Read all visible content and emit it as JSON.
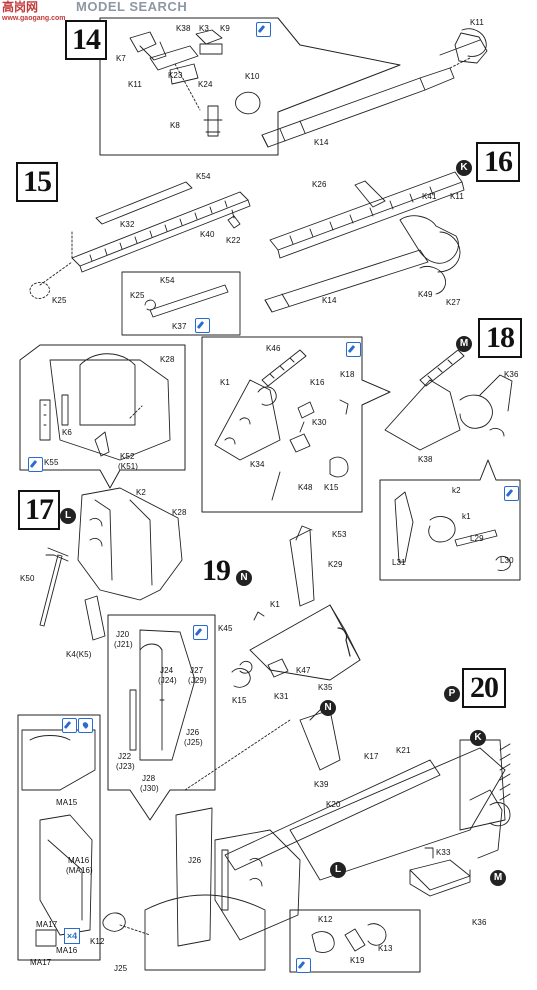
{
  "watermark": {
    "logo_text": "高岗网",
    "search_text": "MODEL SEARCH",
    "url": "www.gaogang.com"
  },
  "steps": [
    {
      "number": "14"
    },
    {
      "number": "15"
    },
    {
      "number": "16",
      "letter": "K"
    },
    {
      "number": "17",
      "letter": "L"
    },
    {
      "number": "18",
      "letter": "M"
    },
    {
      "number": "19",
      "letter": "N"
    },
    {
      "number": "20",
      "letter": "P"
    }
  ],
  "letter_markers": [
    "N",
    "K",
    "M",
    "L"
  ],
  "multiplier": "×4",
  "parts": {
    "K11": "K11",
    "K38": "K38",
    "K3": "K3",
    "K9": "K9",
    "K7": "K7",
    "K23": "K23",
    "K24": "K24",
    "K10": "K10",
    "K8": "K8",
    "K14": "K14",
    "K54": "K54",
    "K32": "K32",
    "K40": "K40",
    "K22": "K22",
    "K25": "K25",
    "K37": "K37",
    "K26": "K26",
    "K41": "K41",
    "K49": "K49",
    "K27": "K27",
    "K28": "K28",
    "K6": "K6",
    "K55": "K55",
    "K52": "K52",
    "K51p": "(K51)",
    "K46": "K46",
    "K1": "K1",
    "K16": "K16",
    "K18": "K18",
    "K30": "K30",
    "K34": "K34",
    "K48": "K48",
    "K15": "K15",
    "K36": "K36",
    "K2": "K2",
    "K50": "K50",
    "K4K5": "K4(K5)",
    "k2": "k2",
    "k1": "k1",
    "L29": "L29",
    "L31": "L31",
    "L30": "L30",
    "K53": "K53",
    "K29": "K29",
    "K45": "K45",
    "K47": "K47",
    "K31": "K31",
    "K35": "K35",
    "J20": "J20",
    "J21p": "(J21)",
    "J24": "J24",
    "J24p": "(J24)",
    "J27": "J27",
    "J29p": "(J29)",
    "J26": "J26",
    "J25p": "(J25)",
    "J22": "J22",
    "J23p": "(J23)",
    "J28": "J28",
    "J30p": "(J30)",
    "MA15": "MA15",
    "MA16": "MA16",
    "MA16p": "(MA16)",
    "MA17": "MA17",
    "K17": "K17",
    "K21": "K21",
    "K39": "K39",
    "K20": "K20",
    "K33": "K33",
    "K12": "K12",
    "K13": "K13",
    "K19": "K19",
    "J25": "J25"
  }
}
